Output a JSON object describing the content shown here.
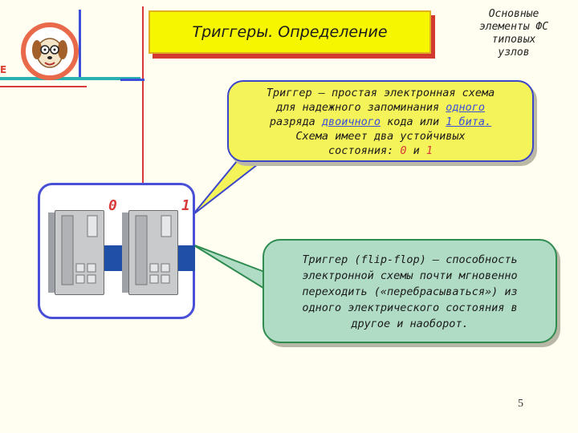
{
  "logo": {
    "letter": "E"
  },
  "title": "Триггеры. Определение",
  "caption": [
    "Основные",
    "элементы ФС",
    "типовых",
    "узлов"
  ],
  "definition": {
    "line1": "Триггер – простая электронная схема",
    "line2_a": "для надежного запоминания ",
    "line2_b": "одного",
    "line3_a": "разряда ",
    "line3_b": "двоичного",
    "line3_c": " кода или ",
    "line3_d": "1 бита.",
    "line4": "Схема имеет два устойчивых",
    "line5_a": "состояния: ",
    "line5_b": "0",
    "line5_c": " и ",
    "line5_d": "1"
  },
  "states": {
    "zero": "0",
    "one": "1"
  },
  "flipflop": {
    "line1": "Триггер (flip-flop) – способность",
    "line2": "электронной схемы почти мгновенно",
    "line3": "переходить («перебрасываться») из",
    "line4": "одного электрического состояния в",
    "line5": "другое и наоборот."
  },
  "page_number": "5",
  "colors": {
    "title_bg": "#f5f600",
    "definition_bg": "#f5f35a",
    "flipflop_bg": "#b0dcc6",
    "accent_red": "#d83a3a",
    "accent_blue": "#3b4fd8"
  }
}
